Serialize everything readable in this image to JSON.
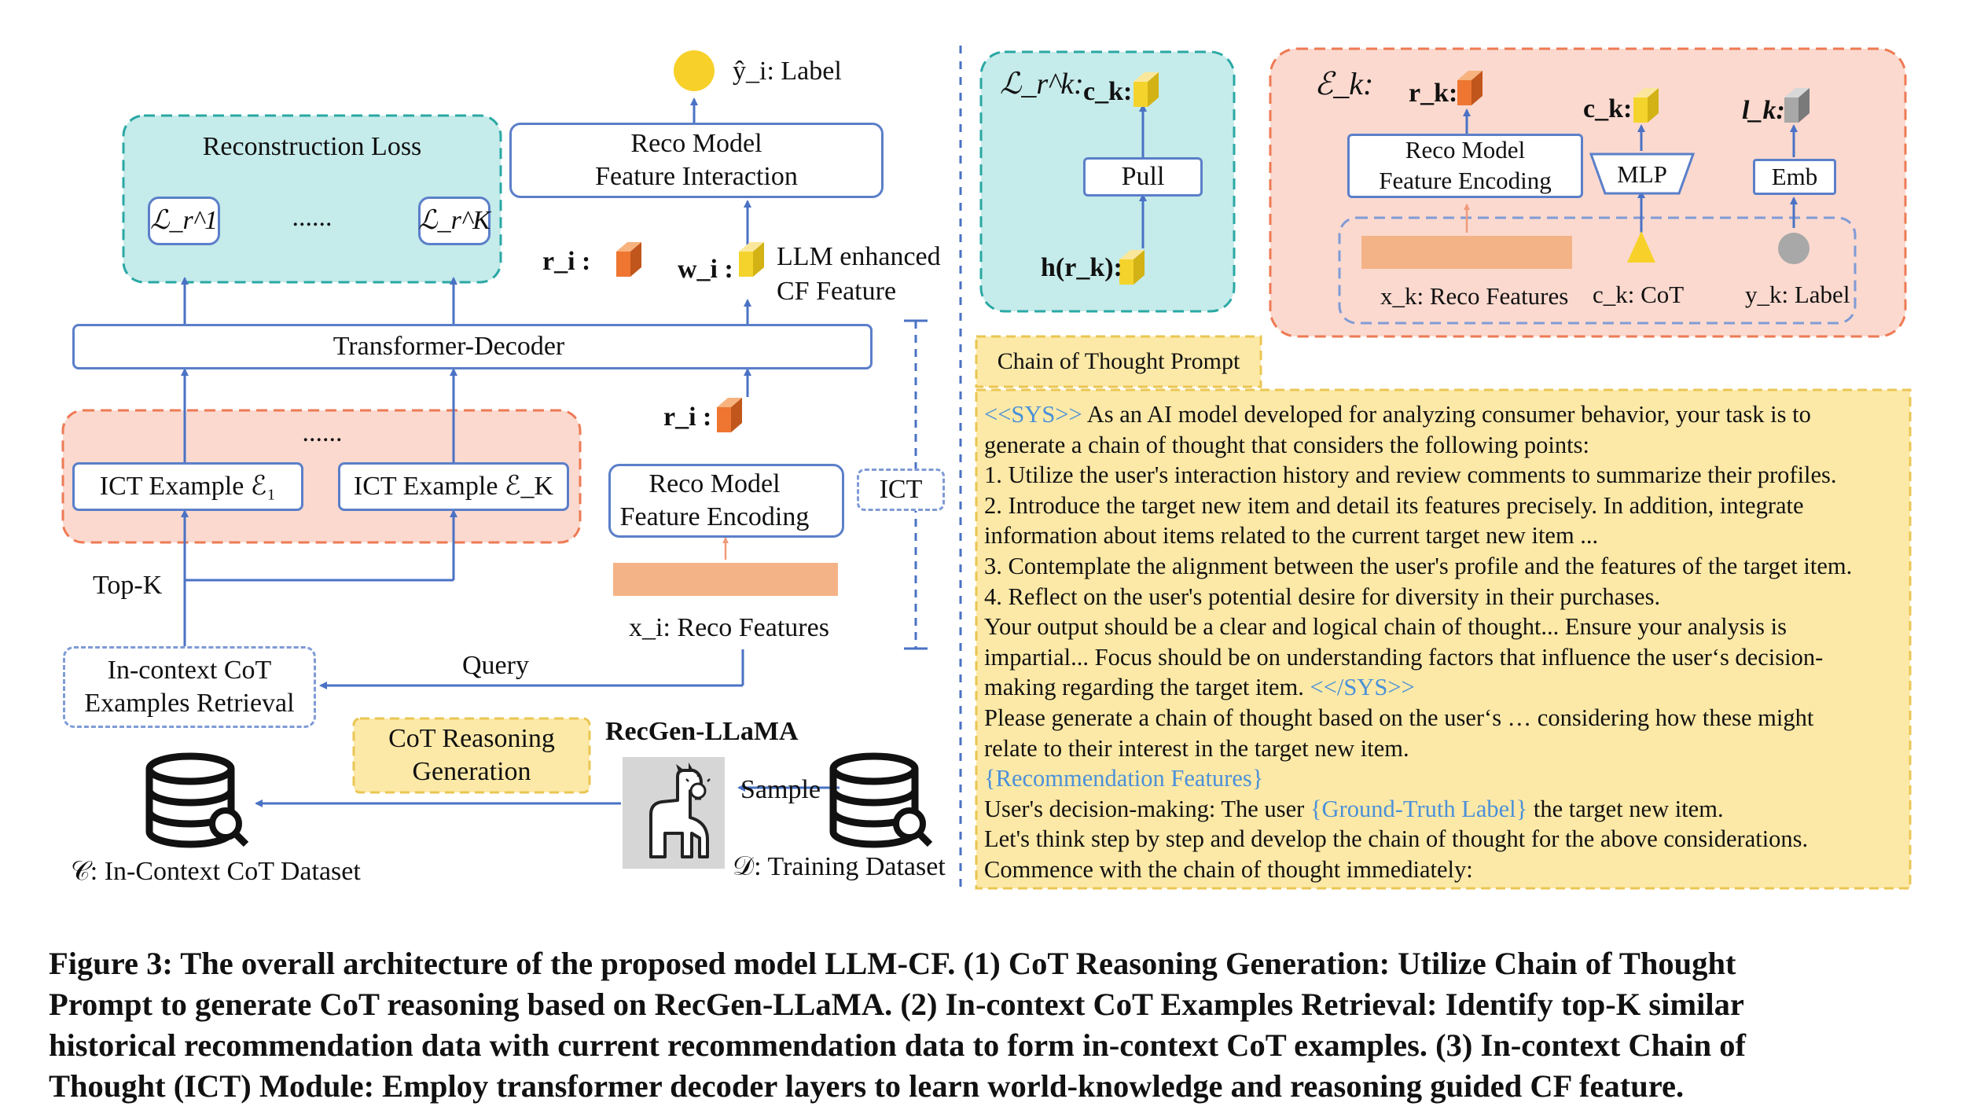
{
  "colors": {
    "teal_fill": "#c5ebea",
    "teal_border": "#2aa8a4",
    "salmon_fill": "#fbd9cf",
    "salmon_border": "#ee7a54",
    "blue_border": "#5b7fc9",
    "yellow_fill": "#fde9a7",
    "yellow_border": "#eac653",
    "orange_bar": "#f4b386",
    "highlight_blue": "#4a90d9",
    "label_circle": "#f7d12a"
  },
  "left": {
    "label_output": "ŷ_i: Label",
    "recon_loss_title": "Reconstruction Loss",
    "loss_first": "ℒ_r^1",
    "loss_dots": "......",
    "loss_last": "ℒ_r^K",
    "reco_interaction_line1": "Reco Model",
    "reco_interaction_line2": "Feature Interaction",
    "r_i_upper": "r_i :",
    "w_i": "w_i :",
    "llm_enhanced_line1": "LLM enhanced",
    "llm_enhanced_line2": "CF Feature",
    "transformer_decoder": "Transformer-Decoder",
    "ict_dots": "......",
    "ict_example_1": "ICT Example ℰ₁",
    "ict_example_k": "ICT Example ℰ_K",
    "r_i_lower": "r_i :",
    "reco_encoding_line1": "Reco Model",
    "reco_encoding_line2": "Feature Encoding",
    "ict_label": "ICT",
    "top_k": "Top-K",
    "x_i_features": "x_i: Reco Features",
    "retrieval_line1": "In-context CoT",
    "retrieval_line2": "Examples Retrieval",
    "query": "Query",
    "cot_gen_line1": "CoT Reasoning",
    "cot_gen_line2": "Generation",
    "recgen_llama": "RecGen-LLaMA",
    "sample": "Sample",
    "dataset_c": "𝒞: In-Context CoT Dataset",
    "dataset_d": "𝒟: Training Dataset"
  },
  "right_top": {
    "teal_title": "ℒ_r^k:",
    "c_k": "c_k:",
    "pull": "Pull",
    "h_rk": "h(r_k):",
    "salmon_title": "ℰ_k:",
    "r_k": "r_k:",
    "c_k2": "c_k:",
    "l_k": "l_k:",
    "reco_enc_line1": "Reco Model",
    "reco_enc_line2": "Feature Encoding",
    "mlp": "MLP",
    "emb": "Emb",
    "x_k_features": "x_k: Reco Features",
    "c_k_cot": "c_k: CoT",
    "y_k_label": "y_k: Label"
  },
  "prompt": {
    "tab_title": "Chain of Thought Prompt",
    "sys_open": "<<SYS>>",
    "line1_rest": " As an AI model developed for analyzing consumer behavior, your task is to",
    "line2": "generate a chain of thought that considers the following points:",
    "line3": "1. Utilize the user's interaction history and review comments to summarize their profiles.",
    "line4": "2. Introduce the target new item and detail its features precisely. In addition, integrate",
    "line5": "information about items related to the current target new item ...",
    "line6": "3. Contemplate the alignment between the user's profile and the features of the target item.",
    "line7": "4. Reflect on the user's potential desire for diversity in their purchases.",
    "line8": "Your output should be a clear and logical chain of thought... Ensure your analysis is",
    "line9": "impartial... Focus should be on understanding factors that influence the user‘s decision-",
    "line10_pre": "making regarding the target item. ",
    "sys_close": "<</SYS>>",
    "line11": "Please generate a chain of thought based on the user‘s … considering how these might",
    "line12": "relate to their interest in the target new item.",
    "reco_features": "{Recommendation Features}",
    "line14_pre": "User's decision-making: The user ",
    "ground_truth": "{Ground-Truth Label}",
    "line14_post": " the target new item.",
    "line15": "Let's think step by step and develop the chain of thought for the above considerations.",
    "line16": "Commence with the chain of thought immediately:"
  },
  "caption": {
    "line1": "Figure 3: The overall architecture of the proposed model LLM-CF. (1) CoT Reasoning Generation: Utilize Chain of Thought",
    "line2": "Prompt to generate CoT reasoning based on RecGen-LLaMA. (2) In-context CoT Examples Retrieval: Identify top-K similar",
    "line3": "historical recommendation data with current recommendation data to form in-context CoT examples. (3) In-context Chain of",
    "line4": "Thought (ICT) Module: Employ transformer decoder layers to learn world-knowledge and reasoning guided CF feature."
  }
}
